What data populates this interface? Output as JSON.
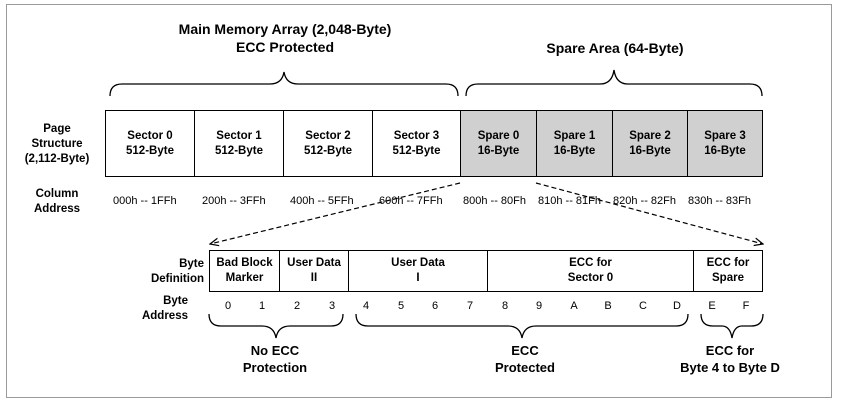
{
  "titles": {
    "main_line1": "Main Memory Array (2,048-Byte)",
    "main_line2": "ECC Protected",
    "spare": "Spare Area (64-Byte)"
  },
  "labels": {
    "page_structure_1": "Page",
    "page_structure_2": "Structure",
    "page_structure_3": "(2,112-Byte)",
    "column_address_1": "Column",
    "column_address_2": "Address",
    "byte_definition_1": "Byte",
    "byte_definition_2": "Definition",
    "byte_address_1": "Byte",
    "byte_address_2": "Address"
  },
  "page_cells": [
    {
      "name": "Sector 0",
      "size": "512-Byte"
    },
    {
      "name": "Sector 1",
      "size": "512-Byte"
    },
    {
      "name": "Sector 2",
      "size": "512-Byte"
    },
    {
      "name": "Sector 3",
      "size": "512-Byte"
    },
    {
      "name": "Spare 0",
      "size": "16-Byte"
    },
    {
      "name": "Spare 1",
      "size": "16-Byte"
    },
    {
      "name": "Spare 2",
      "size": "16-Byte"
    },
    {
      "name": "Spare 3",
      "size": "16-Byte"
    }
  ],
  "column_addresses": [
    "000h -- 1FFh",
    "200h -- 3FFh",
    "400h -- 5FFh",
    "600h -- 7FFh",
    "800h -- 80Fh",
    "810h -- 81Fh",
    "820h -- 82Fh",
    "830h -- 83Fh"
  ],
  "byte_definitions": [
    {
      "line1": "Bad Block",
      "line2": "Marker"
    },
    {
      "line1": "User Data",
      "line2": "II"
    },
    {
      "line1": "User Data",
      "line2": "I"
    },
    {
      "line1": "ECC for",
      "line2": "Sector 0"
    },
    {
      "line1": "ECC for",
      "line2": "Spare"
    }
  ],
  "byte_addresses": [
    "0",
    "1",
    "2",
    "3",
    "4",
    "5",
    "6",
    "7",
    "8",
    "9",
    "A",
    "B",
    "C",
    "D",
    "E",
    "F"
  ],
  "bottom_labels": {
    "no_ecc_1": "No ECC",
    "no_ecc_2": "Protection",
    "ecc_1": "ECC",
    "ecc_2": "Protected",
    "ecc_for_1": "ECC for",
    "ecc_for_2": "Byte 4 to Byte D"
  },
  "colors": {
    "spare_fill": "#d0d0d0",
    "line": "#000000"
  }
}
